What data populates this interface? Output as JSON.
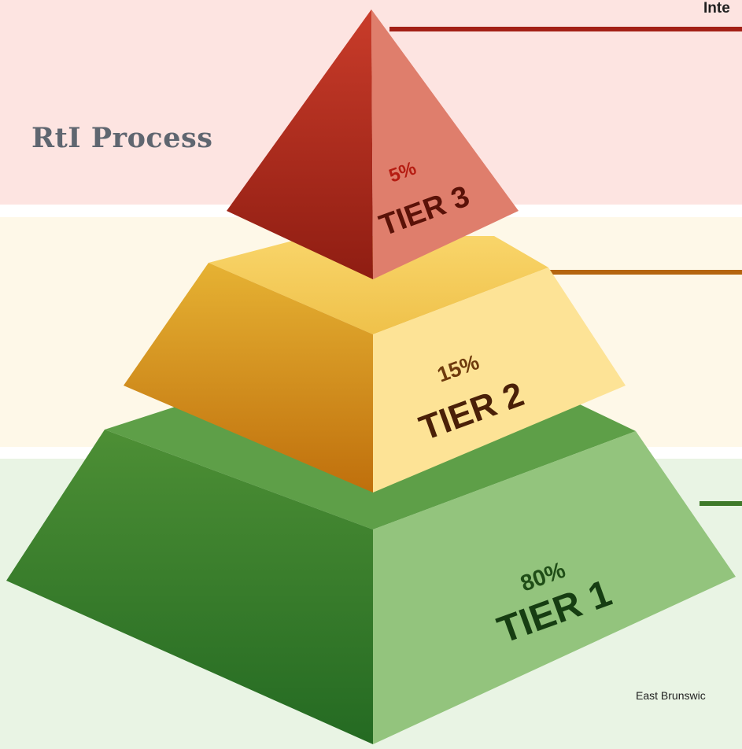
{
  "page": {
    "title": "RtI Process",
    "header_fragment": "Inte",
    "footer_fragment": "East Brunswic"
  },
  "tiers": [
    {
      "id": "tier3",
      "percent": "5%",
      "label": "TIER 3",
      "percent_value": 5,
      "color": "#c0392b"
    },
    {
      "id": "tier2",
      "percent": "15%",
      "label": "TIER 2",
      "percent_value": 15,
      "color": "#e0a21c"
    },
    {
      "id": "tier1",
      "percent": "80%",
      "label": "TIER 1",
      "percent_value": 80,
      "color": "#4e9a3c"
    }
  ],
  "colors": {
    "band_top": "#fde4e1",
    "band_mid": "#fef8e8",
    "band_bot": "#e9f4e4",
    "connector_tier3": "#a32016",
    "connector_tier2": "#b5650f",
    "connector_tier1": "#3f7a2a"
  }
}
